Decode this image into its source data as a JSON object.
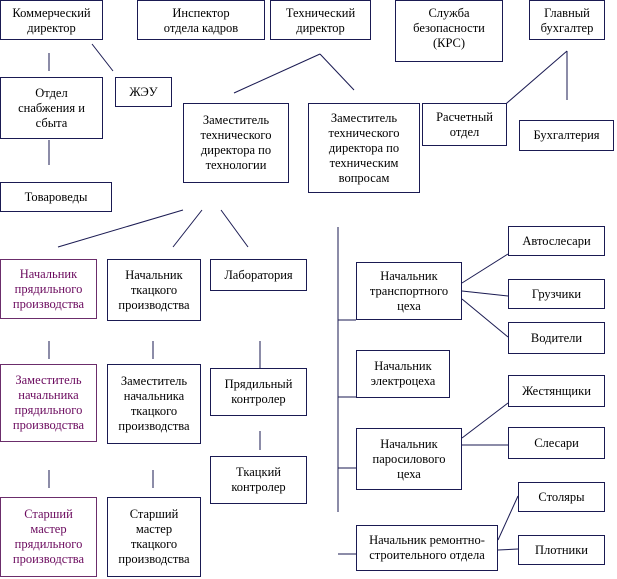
{
  "nodes": {
    "commercial_director": "Коммерческий\nдиректор",
    "hr_inspector": "Инспектор\nотдела кадров",
    "technical_director": "Технический\nдиректор",
    "security_service": "Служба\nбезопасности\n(КРС)",
    "chief_accountant": "Главный\nбухгалтер",
    "supply_sales_dept": "Отдел\nснабжения и\nсбыта",
    "housing_office": "ЖЭУ",
    "deputy_tech_technology": "Заместитель\nтехнического\nдиректора по\nтехнологии",
    "deputy_tech_technical": "Заместитель\nтехнического\nдиректора по\nтехническим\nвопросам",
    "payroll_dept": "Расчетный\nотдел",
    "accounting": "Бухгалтерия",
    "merchandisers": "Товароведы",
    "spinning_head": "Начальник\nпрядильного\nпроизводства",
    "weaving_head": "Начальник\nткацкого\nпроизводства",
    "laboratory": "Лаборатория",
    "spinning_deputy": "Заместитель\nначальника\nпрядильного\nпроизводства",
    "weaving_deputy": "Заместитель\nначальника\nткацкого\nпроизводства",
    "spinning_controller": "Прядильный\nконтролер",
    "weaving_controller": "Ткацкий\nконтролер",
    "spinning_senior_master": "Старший\nмастер\nпрядильного\nпроизводства",
    "weaving_senior_master": "Старший\nмастер\nткацкого\nпроизводства",
    "transport_head": "Начальник\nтранспортного\nцеха",
    "electrical_head": "Начальник\nэлектроцеха",
    "steam_power_head": "Начальник\nпаросилового\nцеха",
    "repair_construction_head": "Начальник ремонтно-\nстроительного отдела",
    "auto_mechanics": "Автослесари",
    "loaders": "Грузчики",
    "drivers": "Водители",
    "tinsmiths": "Жестянщики",
    "fitters": "Слесари",
    "joiners": "Столяры",
    "carpenters": "Плотники"
  },
  "colors": {
    "line": "#1a1a52",
    "spinning_branch": "#6b0a5e"
  }
}
